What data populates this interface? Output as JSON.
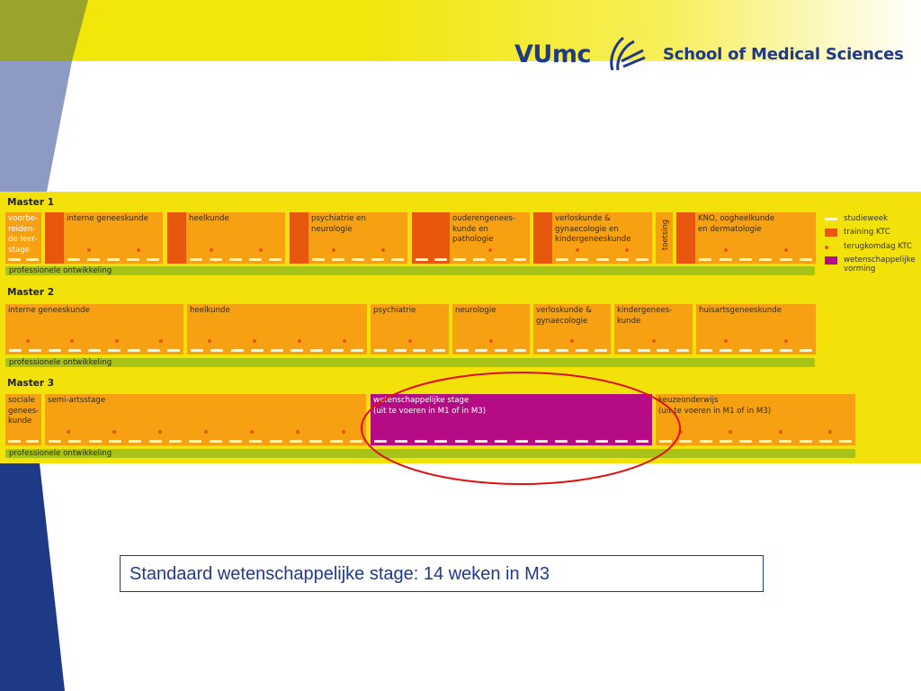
{
  "header": {
    "brand": "VUmc",
    "school": "School of Medical Sciences"
  },
  "sections": [
    {
      "title": "Master 1"
    },
    {
      "title": "Master 2"
    },
    {
      "title": "Master 3"
    }
  ],
  "prof_label": "professionele ontwikkeling",
  "m1": {
    "voorbereiden": "voorbe-\nreiden-\nde leer-\nstage",
    "interne": "interne geneeskunde",
    "heelkunde": "heelkunde",
    "psychiatrie": "psychiatrie en\nneurologie",
    "ouderen": "ouderengenees-\nkunde en\npathologie",
    "verlos": "verloskunde &\ngynaecologie en\nkindergeneeskunde",
    "toetsing": "toetsing",
    "kno": "KNO, oogheelkunde\nen dermatologie"
  },
  "m2": {
    "interne": "interne geneeskunde",
    "heelkunde": "heelkunde",
    "psychiatrie": "psychiatrie",
    "neurologie": "neurologie",
    "verlos": "verloskunde &\ngynaecologie",
    "kinder": "kindergenees-\nkunde",
    "huisarts": "huisartsgeneeskunde"
  },
  "m3": {
    "sociale": "sociale\ngenees-\nkunde",
    "semi": "semi-artsstage",
    "wet": "wetenschappelijke stage\n(uit te voeren in M1 of in M3)",
    "keuze": "keuzeonderwijs\n(uit te voeren in M1 of in M3)"
  },
  "legend": [
    {
      "label": "studieweek"
    },
    {
      "label": "training KTC"
    },
    {
      "label": "terugkomdag KTC"
    },
    {
      "label": "wetenschappelijke\nvorming"
    }
  ],
  "colors": {
    "stage": "#f6a012",
    "training": "#e8570e",
    "wetenschap": "#b50b85",
    "prof": "#a8c318",
    "band": "#f2e20a",
    "highlight": "#e01010"
  },
  "callout": "Standaard wetenschappelijke stage: 14 weken in M3"
}
